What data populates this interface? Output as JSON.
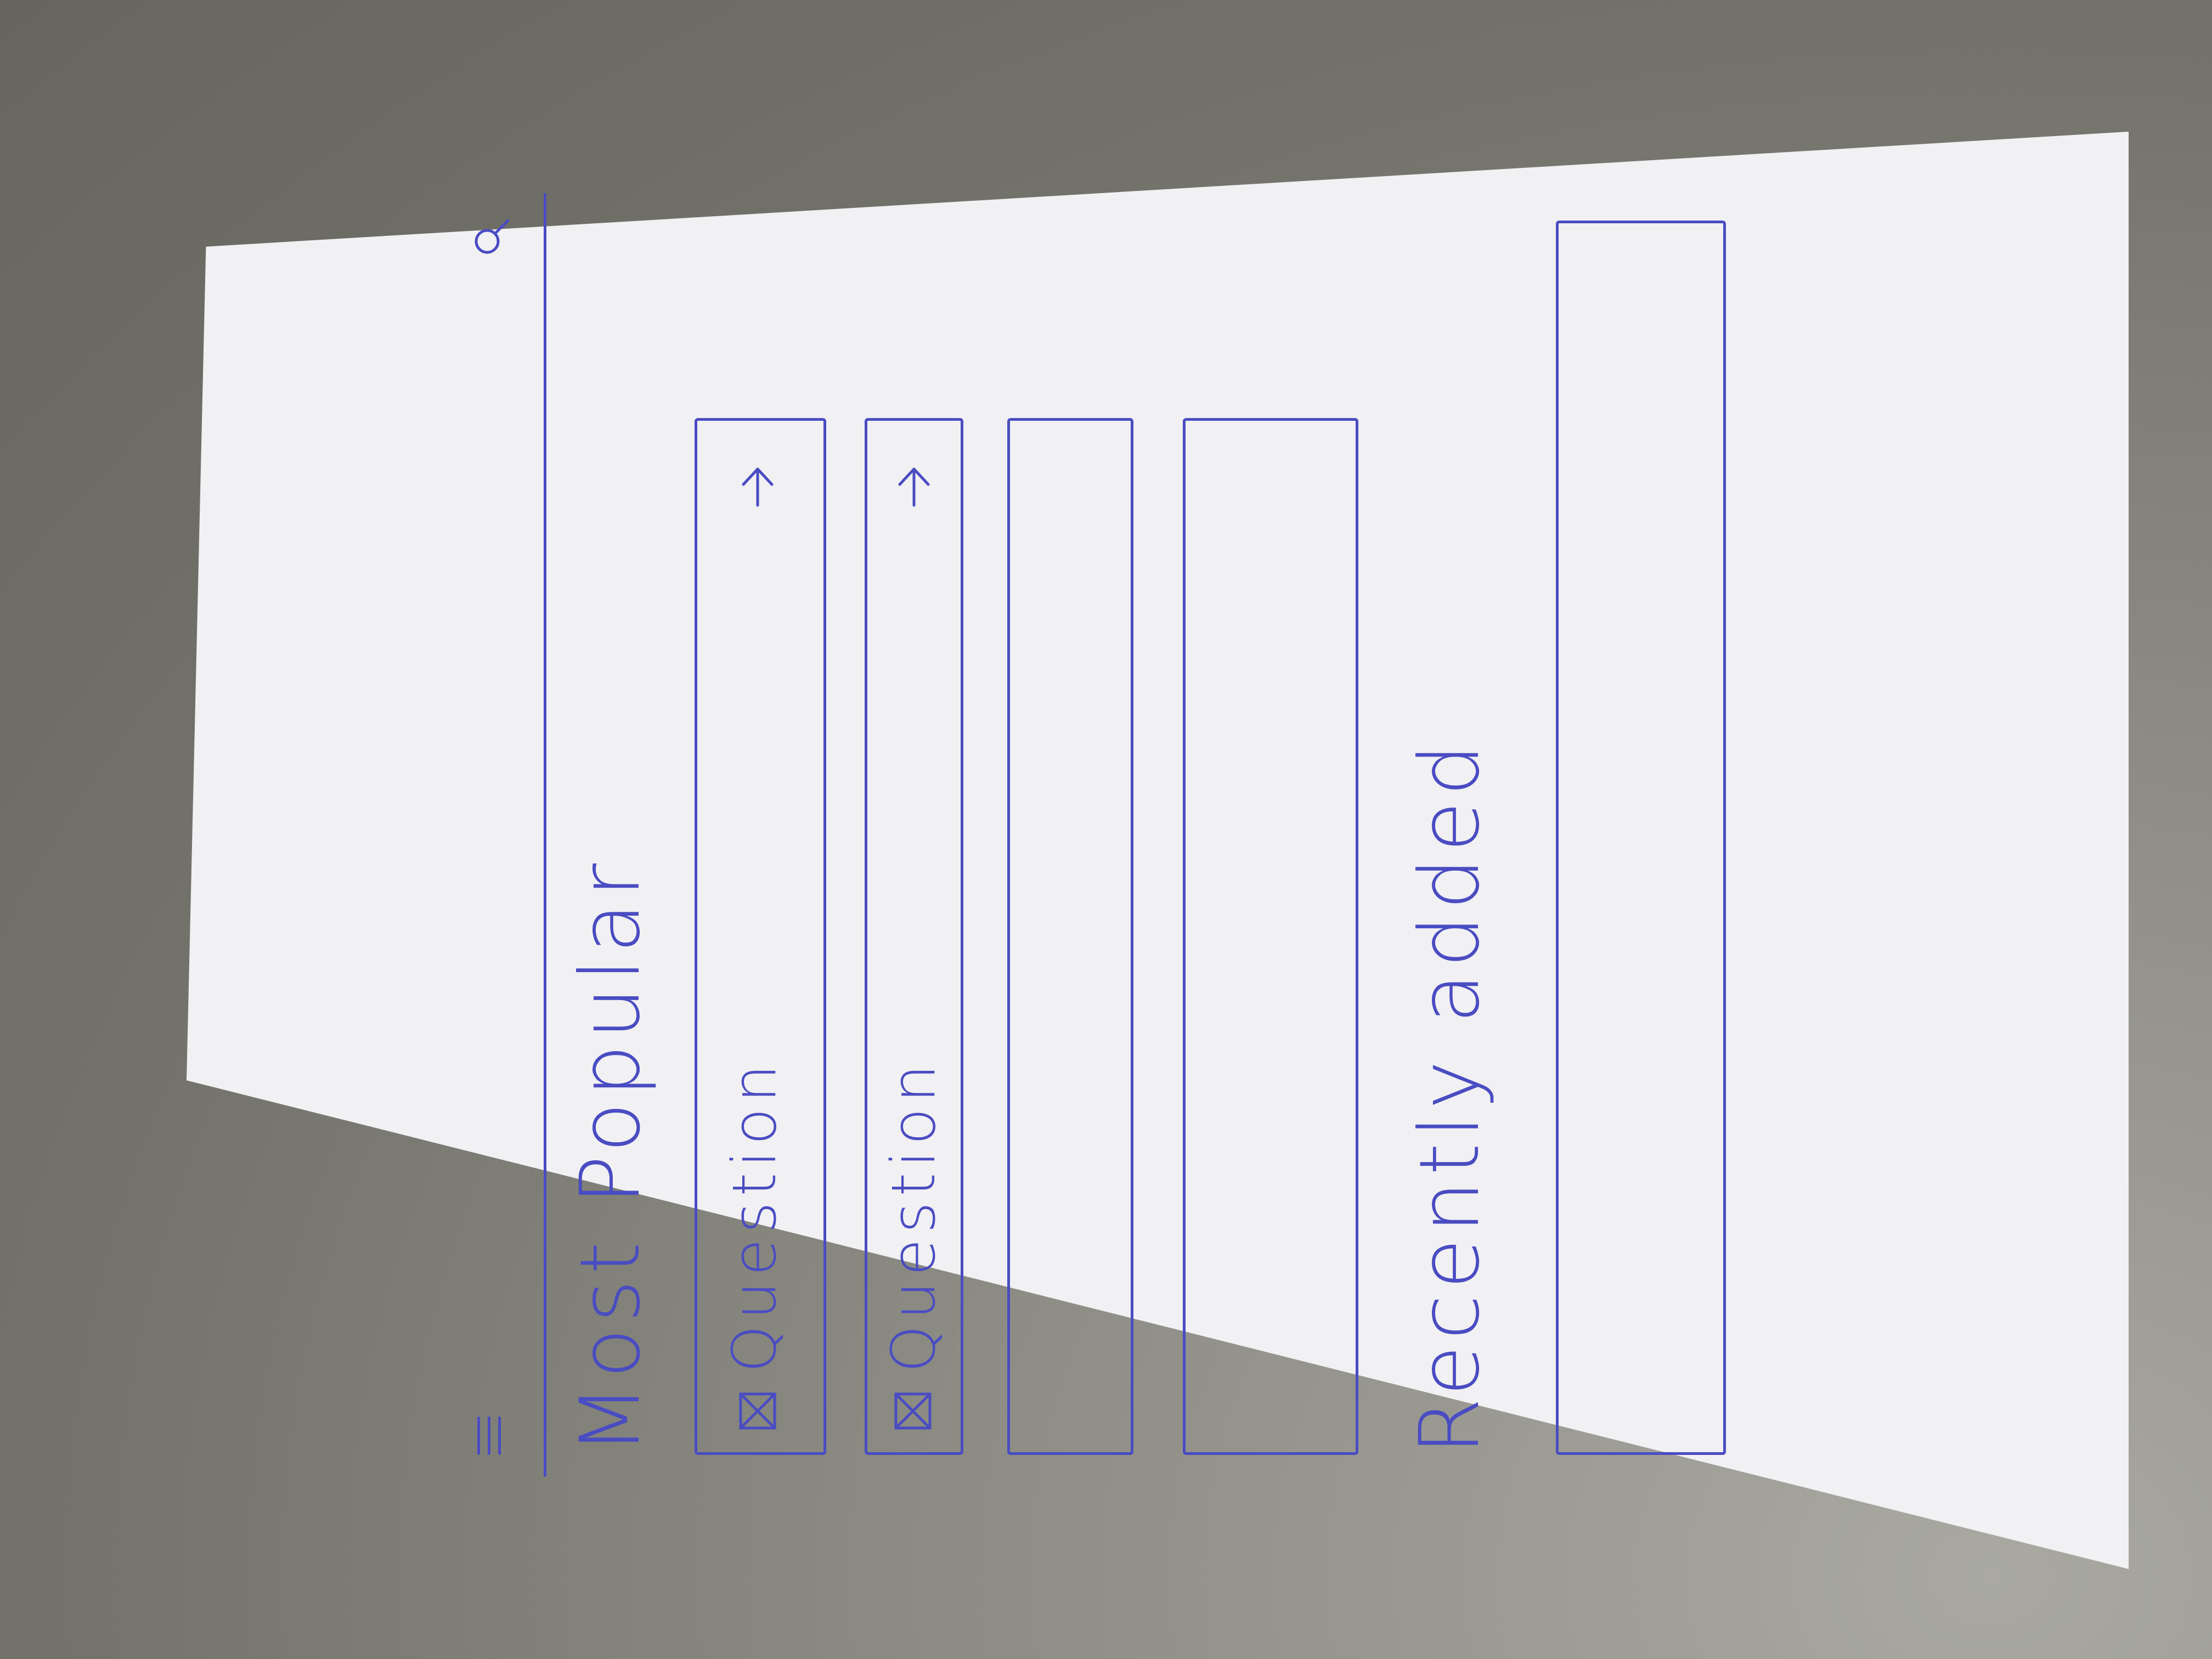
{
  "app": {
    "sections": [
      {
        "title": "Most Popular",
        "items": [
          {
            "checkbox_icon": "checkbox-crossed-icon",
            "label": "Question",
            "action_icon": "arrow-right-icon"
          },
          {
            "checkbox_icon": "checkbox-crossed-icon",
            "label": "Question",
            "action_icon": "arrow-right-icon"
          },
          {
            "label": ""
          },
          {
            "label": ""
          }
        ]
      },
      {
        "title": "Recently added",
        "items": [
          {
            "label": ""
          }
        ]
      }
    ],
    "header": {
      "menu_icon": "hamburger-menu-icon",
      "search_icon": "search-icon"
    }
  },
  "colors": {
    "ink": "#4a4cc2",
    "paper": "#f1f0f3",
    "table": "#6f6f65"
  }
}
